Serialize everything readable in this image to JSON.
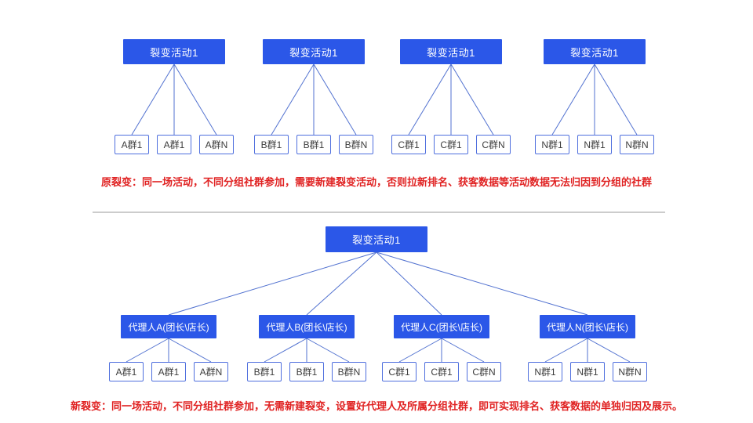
{
  "colors": {
    "node_blue": "#2b57e8",
    "line_blue": "#5272d0",
    "small_box_border": "#4f6fde",
    "small_box_text": "#3c3c3c",
    "caption_red": "#e02222",
    "divider_gray": "#cccccc"
  },
  "top_section": {
    "trees": [
      {
        "parent": "裂变活动1",
        "children": [
          "A群1",
          "A群1",
          "A群N"
        ]
      },
      {
        "parent": "裂变活动1",
        "children": [
          "B群1",
          "B群1",
          "B群N"
        ]
      },
      {
        "parent": "裂变活动1",
        "children": [
          "C群1",
          "C群1",
          "C群N"
        ]
      },
      {
        "parent": "裂变活动1",
        "children": [
          "N群1",
          "N群1",
          "N群N"
        ]
      }
    ],
    "caption": "原裂变：同一场活动，不同分组社群参加，需要新建裂变活动，否则拉新排名、获客数据等活动数据无法归因到分组的社群"
  },
  "bottom_section": {
    "root": "裂变活动1",
    "trees": [
      {
        "parent": "代理人A(团长\\店长)",
        "children": [
          "A群1",
          "A群1",
          "A群N"
        ]
      },
      {
        "parent": "代理人B(团长\\店长)",
        "children": [
          "B群1",
          "B群1",
          "B群N"
        ]
      },
      {
        "parent": "代理人C(团长\\店长)",
        "children": [
          "C群1",
          "C群1",
          "C群N"
        ]
      },
      {
        "parent": "代理人N(团长\\店长)",
        "children": [
          "N群1",
          "N群1",
          "N群N"
        ]
      }
    ],
    "caption": "新裂变：同一场活动，不同分组社群参加，无需新建裂变，设置好代理人及所属分组社群，即可实现排名、获客数据的单独归因及展示。"
  }
}
